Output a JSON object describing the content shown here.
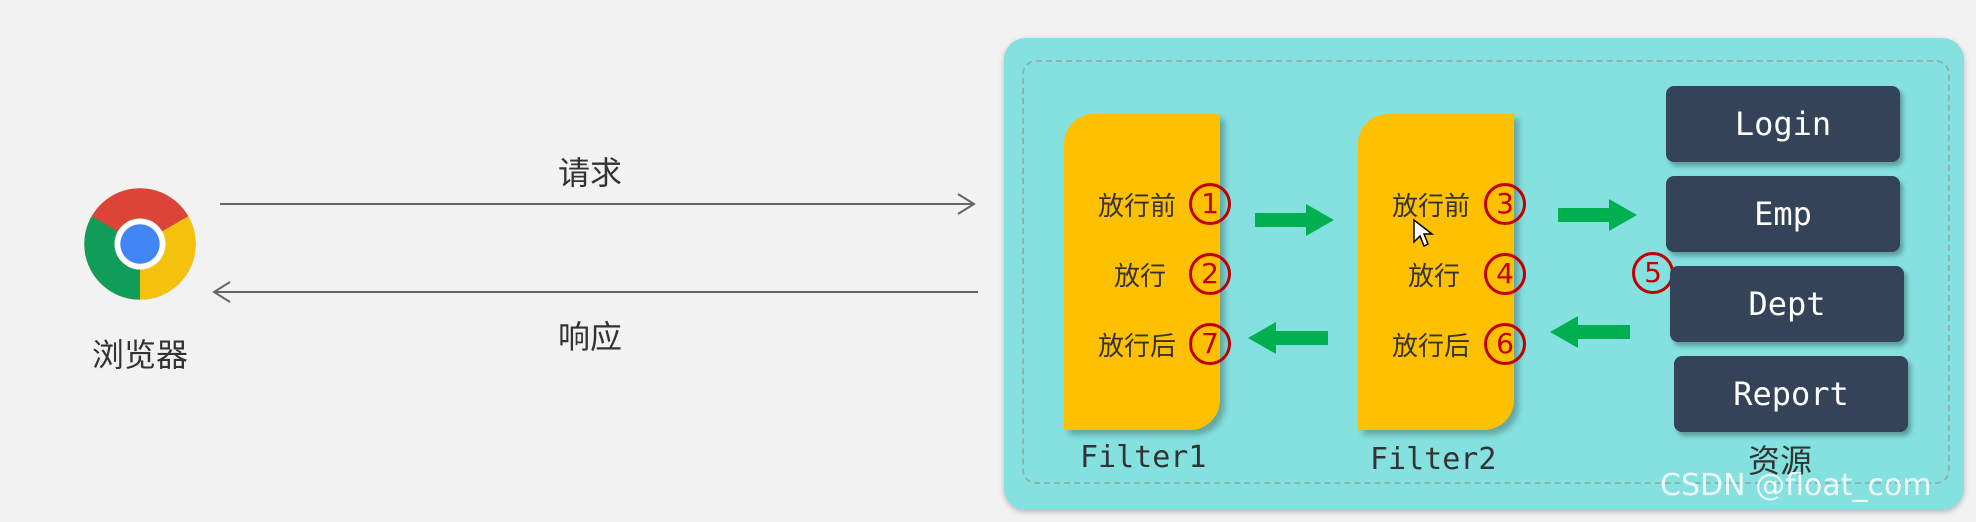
{
  "browser": {
    "label": "浏览器",
    "icon": "chrome-icon"
  },
  "flow": {
    "request_label": "请求",
    "response_label": "响应"
  },
  "filters": [
    {
      "name": "Filter1",
      "steps": [
        {
          "text": "放行前",
          "num": "1"
        },
        {
          "text": "放行",
          "num": "2"
        },
        {
          "text": "放行后",
          "num": "7"
        }
      ]
    },
    {
      "name": "Filter2",
      "steps": [
        {
          "text": "放行前",
          "num": "3"
        },
        {
          "text": "放行",
          "num": "4"
        },
        {
          "text": "放行后",
          "num": "6"
        }
      ]
    }
  ],
  "resources": {
    "step_num": "5",
    "label": "资源",
    "items": [
      "Login",
      "Emp",
      "Dept",
      "Report"
    ]
  },
  "watermark": "CSDN @float_com",
  "colors": {
    "server_bg": "#85e0e0",
    "filter_bg": "#ffc000",
    "resource_bg": "#344357",
    "step_circle": "#c00000",
    "flow_arrow": "#00b050"
  }
}
